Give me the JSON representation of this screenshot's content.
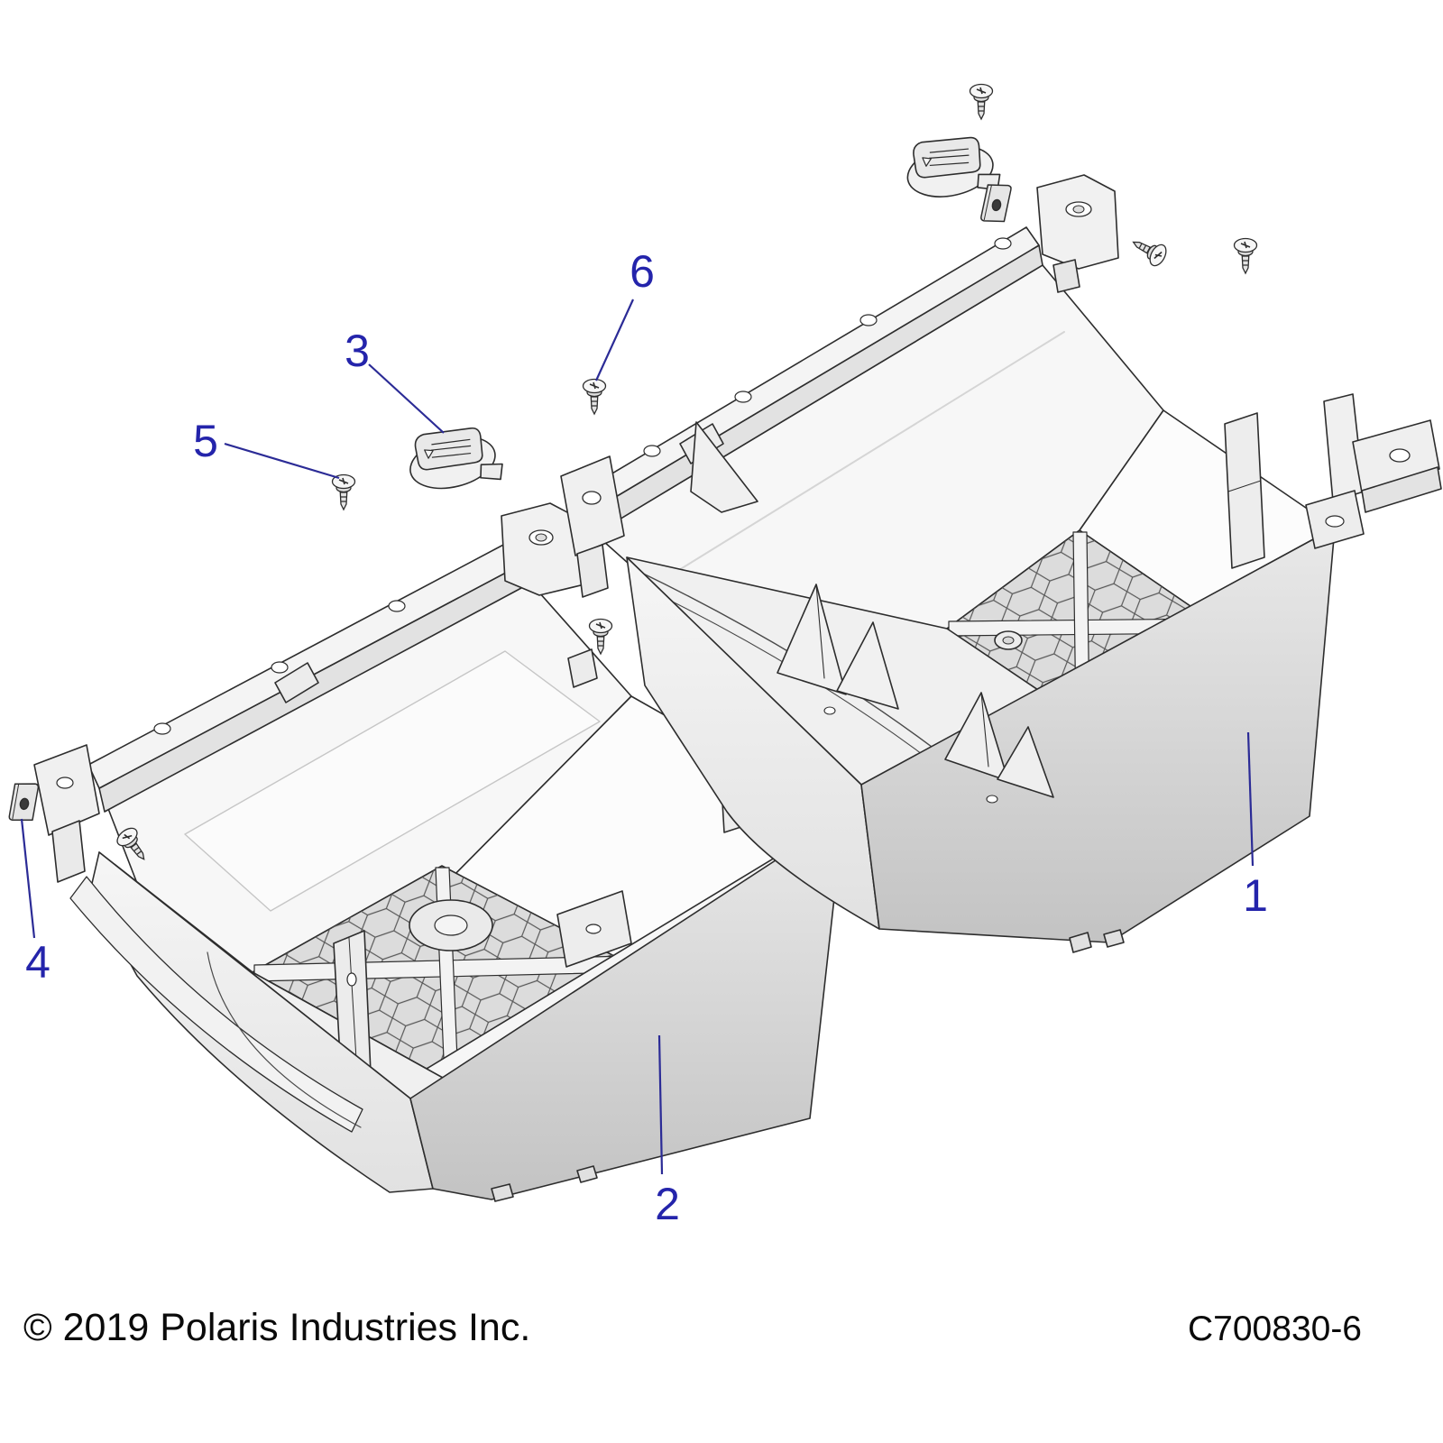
{
  "footer": {
    "copyright": "© 2019 Polaris Industries Inc.",
    "diagram_code": "C700830-6"
  },
  "callouts": [
    {
      "label": "1"
    },
    {
      "label": "2"
    },
    {
      "label": "3"
    },
    {
      "label": "4"
    },
    {
      "label": "5"
    },
    {
      "label": "6"
    }
  ],
  "colors": {
    "background": "#ffffff",
    "callout_text": "#2424ab",
    "leader_line": "#2b2b96",
    "artwork_line": "#2d2d2d",
    "shade_light": "#f4f4f4",
    "shade_mid": "#e4e4e4",
    "shade_dark": "#c3c3c3"
  }
}
